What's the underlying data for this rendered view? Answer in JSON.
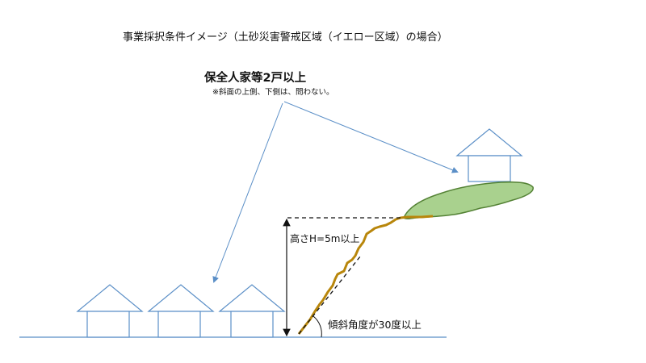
{
  "title": "事業採択条件イメージ（土砂災害警戒区域（イエロー区域）の場合）",
  "houses_label": "保全人家等2戸以上",
  "houses_note": "※斜面の上側、下側は、問わない。",
  "height_label": "高さH=5m以上",
  "angle_label": "傾斜角度が30度以上",
  "colors": {
    "arrow": "#5b8fc7",
    "house": "#5b8fc7",
    "slope": "#b8860b",
    "vegetation_fill": "#a9d18e",
    "vegetation_stroke": "#548235",
    "ground": "#5b8fc7"
  }
}
